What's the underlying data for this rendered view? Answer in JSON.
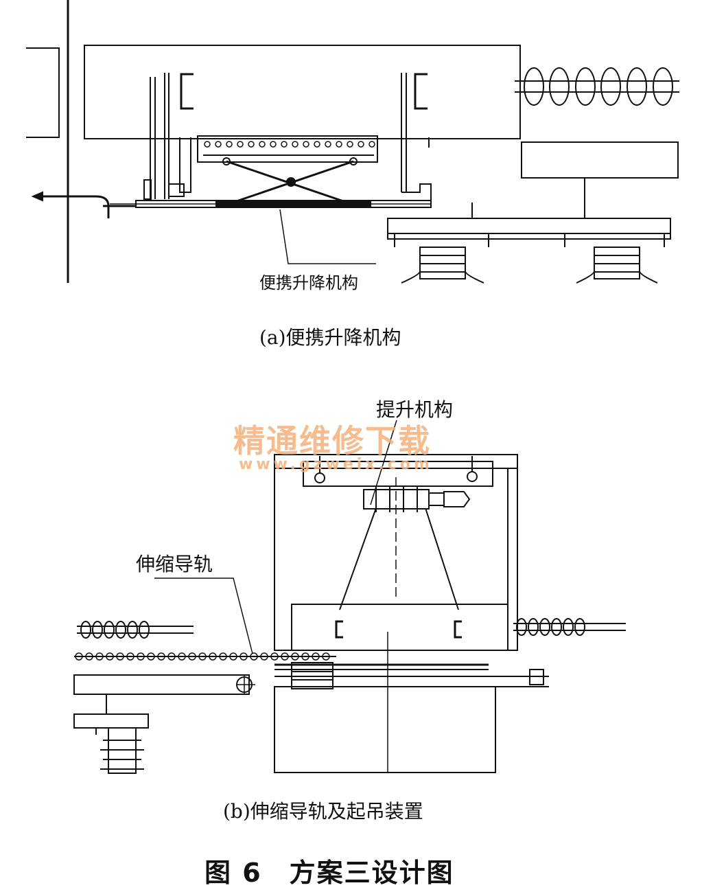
{
  "diagram": {
    "part_a": {
      "callout": "便携升降机构",
      "caption": "(a)便携升降机构"
    },
    "part_b": {
      "callout_lift": "提升机构",
      "callout_rail": "伸缩导轨",
      "caption": "(b)伸缩导轨及起吊装置"
    },
    "figure_title": "图 6　方案三设计图",
    "watermark": {
      "text": "精通维修下载",
      "url": "www.gzweix.com"
    },
    "colors": {
      "line": "#111111",
      "watermark": "#f4b27c",
      "background": "#ffffff"
    }
  }
}
